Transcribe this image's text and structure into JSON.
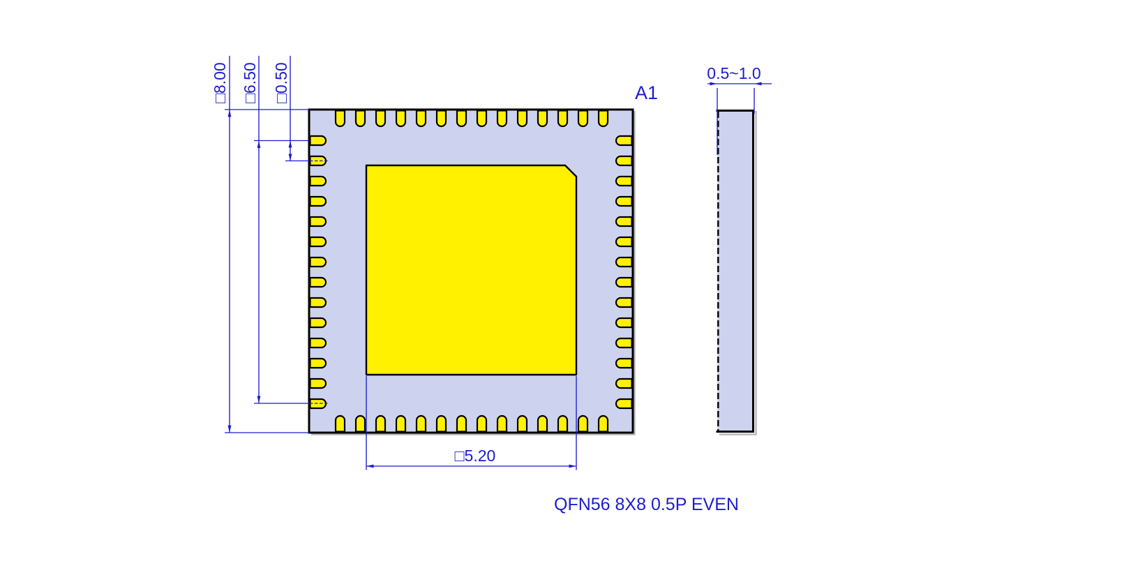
{
  "drawing": {
    "title": "QFN56 8X8 0.5P EVEN",
    "pin1_label": "A1",
    "dimensions": {
      "body_size": "□8.00",
      "lead_span": "□6.50",
      "lead_pitch": "□0.50",
      "pad_size": "□5.20",
      "thickness": "0.5~1.0"
    },
    "package": {
      "pins_per_side": 14,
      "total_pins": 56
    },
    "colors": {
      "background": "#ffffff",
      "body_fill": "#cdd3ee",
      "pad_fill": "#fff100",
      "outline": "#000000",
      "dimension_blue": "#1c1ccd"
    }
  }
}
